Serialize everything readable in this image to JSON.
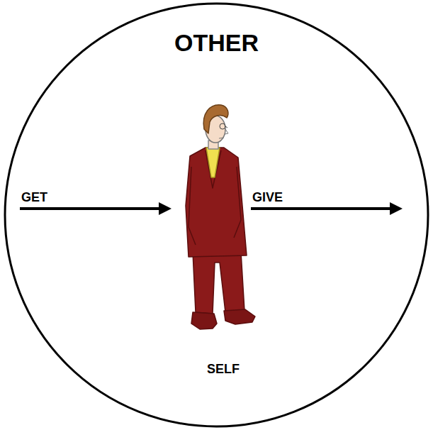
{
  "diagram": {
    "nodes": [
      {
        "text": [
          "OTHER"
        ]
      }
    ],
    "labels": [
      "GET",
      "GIVE",
      "SELF"
    ]
  }
}
